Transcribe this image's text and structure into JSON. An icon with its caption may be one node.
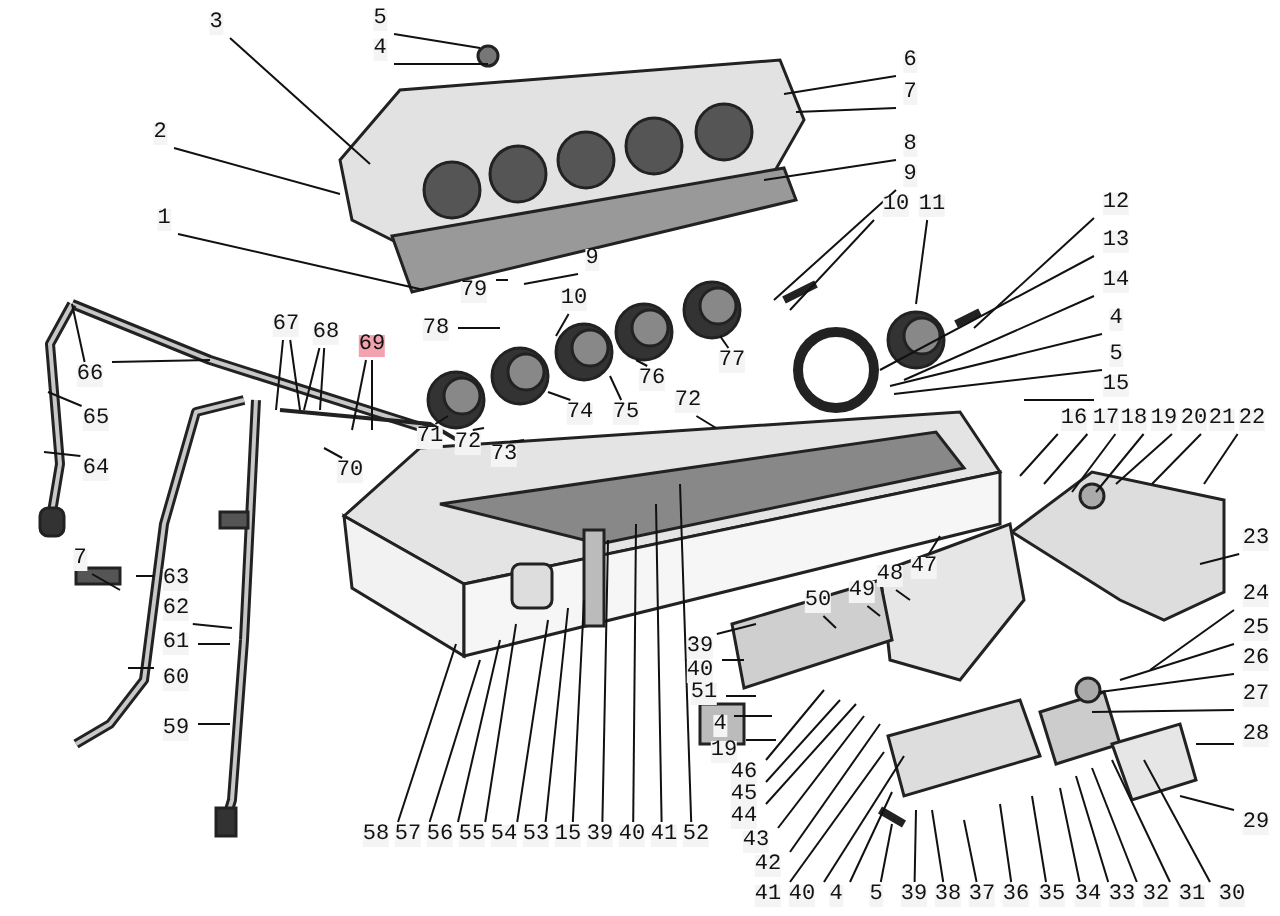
{
  "diagram": {
    "nodes": [
      {
        "text": [
          "3"
        ]
      },
      {
        "text": [
          "5"
        ]
      },
      {
        "text": [
          "4"
        ]
      },
      {
        "text": [
          "6"
        ]
      },
      {
        "text": [
          "7"
        ]
      },
      {
        "text": [
          "2"
        ]
      },
      {
        "text": [
          "8"
        ]
      },
      {
        "text": [
          "9"
        ]
      },
      {
        "text": [
          "10"
        ]
      },
      {
        "text": [
          "11"
        ]
      },
      {
        "text": [
          "12"
        ]
      },
      {
        "text": [
          "1"
        ]
      },
      {
        "text": [
          "13"
        ]
      },
      {
        "text": [
          "9"
        ]
      },
      {
        "text": [
          "79"
        ]
      },
      {
        "text": [
          "14"
        ]
      },
      {
        "text": [
          "10"
        ]
      },
      {
        "text": [
          "4"
        ]
      },
      {
        "text": [
          "78"
        ]
      },
      {
        "text": [
          "67"
        ]
      },
      {
        "text": [
          "68"
        ]
      },
      {
        "text": [
          "69"
        ]
      },
      {
        "text": [
          "5"
        ]
      },
      {
        "text": [
          "77"
        ]
      },
      {
        "text": [
          "66"
        ]
      },
      {
        "text": [
          "76"
        ]
      },
      {
        "text": [
          "15"
        ]
      },
      {
        "text": [
          "72"
        ]
      },
      {
        "text": [
          "74"
        ]
      },
      {
        "text": [
          "75"
        ]
      },
      {
        "text": [
          "65"
        ]
      },
      {
        "text": [
          "16"
        ]
      },
      {
        "text": [
          "17"
        ]
      },
      {
        "text": [
          "18"
        ]
      },
      {
        "text": [
          "19"
        ]
      },
      {
        "text": [
          "20"
        ]
      },
      {
        "text": [
          "21"
        ]
      },
      {
        "text": [
          "22"
        ]
      },
      {
        "text": [
          "71"
        ]
      },
      {
        "text": [
          "72"
        ]
      },
      {
        "text": [
          "73"
        ]
      },
      {
        "text": [
          "64"
        ]
      },
      {
        "text": [
          "70"
        ]
      },
      {
        "text": [
          "23"
        ]
      },
      {
        "text": [
          "47"
        ]
      },
      {
        "text": [
          "48"
        ]
      },
      {
        "text": [
          "49"
        ]
      },
      {
        "text": [
          "63"
        ]
      },
      {
        "text": [
          "7"
        ]
      },
      {
        "text": [
          "24"
        ]
      },
      {
        "text": [
          "50"
        ]
      },
      {
        "text": [
          "62"
        ]
      },
      {
        "text": [
          "25"
        ]
      },
      {
        "text": [
          "39"
        ]
      },
      {
        "text": [
          "26"
        ]
      },
      {
        "text": [
          "61"
        ]
      },
      {
        "text": [
          "40"
        ]
      },
      {
        "text": [
          "60"
        ]
      },
      {
        "text": [
          "51"
        ]
      },
      {
        "text": [
          "27"
        ]
      },
      {
        "text": [
          "4"
        ]
      },
      {
        "text": [
          "28"
        ]
      },
      {
        "text": [
          "59"
        ]
      },
      {
        "text": [
          "19"
        ]
      },
      {
        "text": [
          "46"
        ]
      },
      {
        "text": [
          "45"
        ]
      },
      {
        "text": [
          "44"
        ]
      },
      {
        "text": [
          "29"
        ]
      },
      {
        "text": [
          "58"
        ]
      },
      {
        "text": [
          "57"
        ]
      },
      {
        "text": [
          "56"
        ]
      },
      {
        "text": [
          "55"
        ]
      },
      {
        "text": [
          "54"
        ]
      },
      {
        "text": [
          "53"
        ]
      },
      {
        "text": [
          "15"
        ]
      },
      {
        "text": [
          "39"
        ]
      },
      {
        "text": [
          "40"
        ]
      },
      {
        "text": [
          "41"
        ]
      },
      {
        "text": [
          "52"
        ]
      },
      {
        "text": [
          "43"
        ]
      },
      {
        "text": [
          "42"
        ]
      },
      {
        "text": [
          "41"
        ]
      },
      {
        "text": [
          "40"
        ]
      },
      {
        "text": [
          "4"
        ]
      },
      {
        "text": [
          "5"
        ]
      },
      {
        "text": [
          "39"
        ]
      },
      {
        "text": [
          "38"
        ]
      },
      {
        "text": [
          "37"
        ]
      },
      {
        "text": [
          "36"
        ]
      },
      {
        "text": [
          "35"
        ]
      },
      {
        "text": [
          "34"
        ]
      },
      {
        "text": [
          "33"
        ]
      },
      {
        "text": [
          "32"
        ]
      },
      {
        "text": [
          "31"
        ]
      },
      {
        "text": [
          "30"
        ]
      }
    ],
    "edges": [
      {
        "from": 0,
        "to": null,
        "arrow": "none"
      },
      {
        "from": 1,
        "to": null,
        "arrow": "none"
      },
      {
        "from": 2,
        "to": null,
        "arrow": "none"
      },
      {
        "from": 3,
        "to": null,
        "arrow": "none"
      },
      {
        "from": 4,
        "to": null,
        "arrow": "none"
      },
      {
        "from": 5,
        "to": null,
        "arrow": "none"
      },
      {
        "from": 6,
        "to": null,
        "arrow": "none"
      },
      {
        "from": 7,
        "to": null,
        "arrow": "none"
      },
      {
        "from": 8,
        "to": null,
        "arrow": "none"
      },
      {
        "from": 9,
        "to": null,
        "arrow": "none"
      },
      {
        "from": 10,
        "to": null,
        "arrow": "none"
      },
      {
        "from": 11,
        "to": null,
        "arrow": "none"
      },
      {
        "from": 12,
        "to": null,
        "arrow": "none"
      },
      {
        "from": 13,
        "to": null,
        "arrow": "none"
      },
      {
        "from": 14,
        "to": null,
        "arrow": "none"
      },
      {
        "from": 15,
        "to": null,
        "arrow": "none"
      },
      {
        "from": 16,
        "to": null,
        "arrow": "none"
      },
      {
        "from": 17,
        "to": null,
        "arrow": "none"
      },
      {
        "from": 18,
        "to": null,
        "arrow": "none"
      },
      {
        "from": 19,
        "to": null,
        "arrow": "none"
      },
      {
        "from": 19,
        "to": null,
        "arrow": "none"
      },
      {
        "from": 20,
        "to": null,
        "arrow": "none"
      },
      {
        "from": 20,
        "to": null,
        "arrow": "none"
      },
      {
        "from": 21,
        "to": null,
        "arrow": "none"
      },
      {
        "from": 21,
        "to": null,
        "arrow": "none"
      },
      {
        "from": 22,
        "to": null,
        "arrow": "none"
      },
      {
        "from": 23,
        "to": null,
        "arrow": "none"
      },
      {
        "from": 24,
        "to": null,
        "arrow": "none"
      },
      {
        "from": 24,
        "to": null,
        "arrow": "none"
      },
      {
        "from": 25,
        "to": null,
        "arrow": "none"
      },
      {
        "from": 26,
        "to": null,
        "arrow": "none"
      },
      {
        "from": 27,
        "to": null,
        "arrow": "none"
      },
      {
        "from": 28,
        "to": null,
        "arrow": "none"
      },
      {
        "from": 29,
        "to": null,
        "arrow": "none"
      },
      {
        "from": 30,
        "to": null,
        "arrow": "none"
      },
      {
        "from": 31,
        "to": null,
        "arrow": "none"
      },
      {
        "from": 32,
        "to": null,
        "arrow": "none"
      },
      {
        "from": 33,
        "to": null,
        "arrow": "none"
      },
      {
        "from": 34,
        "to": null,
        "arrow": "none"
      },
      {
        "from": 35,
        "to": null,
        "arrow": "none"
      },
      {
        "from": 36,
        "to": null,
        "arrow": "none"
      },
      {
        "from": 37,
        "to": null,
        "arrow": "none"
      },
      {
        "from": 38,
        "to": null,
        "arrow": "none"
      },
      {
        "from": 39,
        "to": null,
        "arrow": "none"
      },
      {
        "from": 40,
        "to": null,
        "arrow": "none"
      },
      {
        "from": 41,
        "to": null,
        "arrow": "none"
      },
      {
        "from": 42,
        "to": null,
        "arrow": "none"
      },
      {
        "from": 43,
        "to": null,
        "arrow": "none"
      },
      {
        "from": 44,
        "to": null,
        "arrow": "none"
      },
      {
        "from": 45,
        "to": null,
        "arrow": "none"
      },
      {
        "from": 46,
        "to": null,
        "arrow": "none"
      },
      {
        "from": 47,
        "to": null,
        "arrow": "none"
      },
      {
        "from": 48,
        "to": null,
        "arrow": "none"
      },
      {
        "from": 49,
        "to": null,
        "arrow": "none"
      },
      {
        "from": 50,
        "to": null,
        "arrow": "none"
      },
      {
        "from": 51,
        "to": null,
        "arrow": "none"
      },
      {
        "from": 52,
        "to": null,
        "arrow": "none"
      },
      {
        "from": 53,
        "to": null,
        "arrow": "none"
      },
      {
        "from": 54,
        "to": null,
        "arrow": "none"
      },
      {
        "from": 55,
        "to": null,
        "arrow": "none"
      },
      {
        "from": 56,
        "to": null,
        "arrow": "none"
      },
      {
        "from": 57,
        "to": null,
        "arrow": "none"
      },
      {
        "from": 58,
        "to": null,
        "arrow": "none"
      },
      {
        "from": 59,
        "to": null,
        "arrow": "none"
      },
      {
        "from": 60,
        "to": null,
        "arrow": "none"
      },
      {
        "from": 61,
        "to": null,
        "arrow": "none"
      },
      {
        "from": 62,
        "to": null,
        "arrow": "none"
      },
      {
        "from": 63,
        "to": null,
        "arrow": "none"
      },
      {
        "from": 64,
        "to": null,
        "arrow": "none"
      },
      {
        "from": 65,
        "to": null,
        "arrow": "none"
      },
      {
        "from": 66,
        "to": null,
        "arrow": "none"
      },
      {
        "from": 67,
        "to": null,
        "arrow": "none"
      },
      {
        "from": 68,
        "to": null,
        "arrow": "none"
      },
      {
        "from": 69,
        "to": null,
        "arrow": "none"
      },
      {
        "from": 70,
        "to": null,
        "arrow": "none"
      },
      {
        "from": 71,
        "to": null,
        "arrow": "none"
      },
      {
        "from": 72,
        "to": null,
        "arrow": "none"
      },
      {
        "from": 73,
        "to": null,
        "arrow": "none"
      },
      {
        "from": 74,
        "to": null,
        "arrow": "none"
      },
      {
        "from": 75,
        "to": null,
        "arrow": "none"
      },
      {
        "from": 76,
        "to": null,
        "arrow": "none"
      },
      {
        "from": 77,
        "to": null,
        "arrow": "none"
      },
      {
        "from": 78,
        "to": null,
        "arrow": "none"
      },
      {
        "from": 79,
        "to": null,
        "arrow": "none"
      },
      {
        "from": 80,
        "to": null,
        "arrow": "none"
      },
      {
        "from": 81,
        "to": null,
        "arrow": "none"
      },
      {
        "from": 82,
        "to": null,
        "arrow": "none"
      },
      {
        "from": 83,
        "to": null,
        "arrow": "none"
      },
      {
        "from": 84,
        "to": null,
        "arrow": "none"
      },
      {
        "from": 85,
        "to": null,
        "arrow": "none"
      },
      {
        "from": 86,
        "to": null,
        "arrow": "none"
      },
      {
        "from": 87,
        "to": null,
        "arrow": "none"
      },
      {
        "from": 88,
        "to": null,
        "arrow": "none"
      },
      {
        "from": 89,
        "to": null,
        "arrow": "none"
      },
      {
        "from": 90,
        "to": null,
        "arrow": "none"
      },
      {
        "from": 91,
        "to": null,
        "arrow": "none"
      },
      {
        "from": 92,
        "to": null,
        "arrow": "none"
      },
      {
        "from": 93,
        "to": null,
        "arrow": "none"
      },
      {
        "from": 94,
        "to": null,
        "arrow": "none"
      }
    ]
  }
}
